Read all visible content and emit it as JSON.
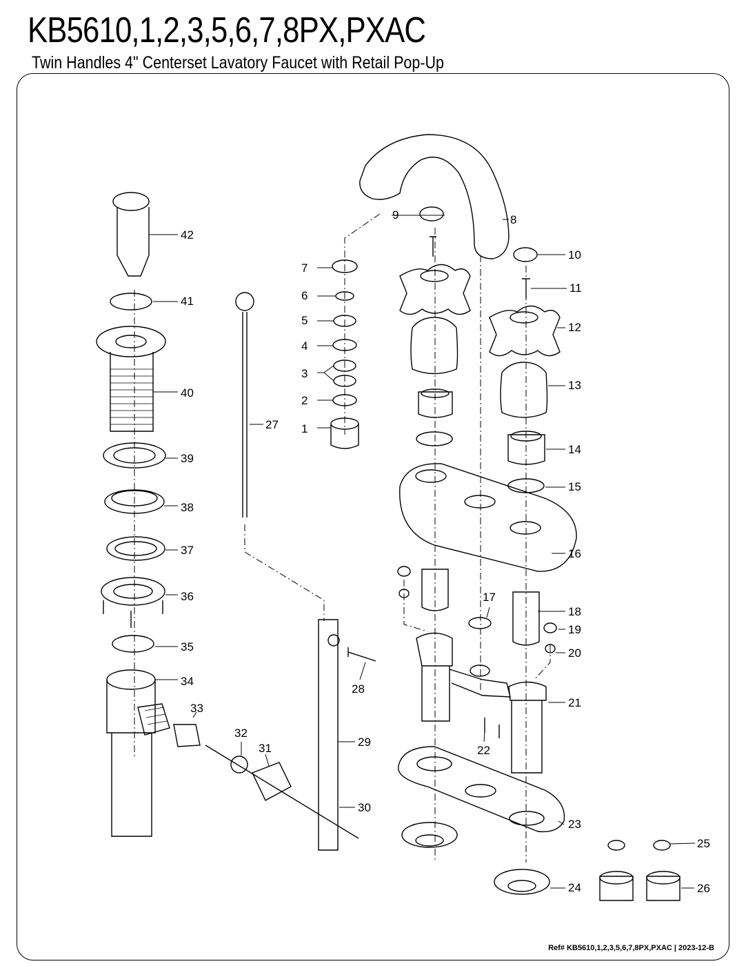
{
  "header": {
    "model": "KB5610,1,2,3,5,6,7,8PX,PXAC",
    "description": "Twin Handles 4\" Centerset Lavatory Faucet with Retail Pop-Up"
  },
  "callouts": [
    {
      "n": "1"
    },
    {
      "n": "2"
    },
    {
      "n": "3"
    },
    {
      "n": "4"
    },
    {
      "n": "5"
    },
    {
      "n": "6"
    },
    {
      "n": "7"
    },
    {
      "n": "8"
    },
    {
      "n": "9"
    },
    {
      "n": "10"
    },
    {
      "n": "11"
    },
    {
      "n": "12"
    },
    {
      "n": "13"
    },
    {
      "n": "14"
    },
    {
      "n": "15"
    },
    {
      "n": "16"
    },
    {
      "n": "17"
    },
    {
      "n": "18"
    },
    {
      "n": "19"
    },
    {
      "n": "20"
    },
    {
      "n": "21"
    },
    {
      "n": "22"
    },
    {
      "n": "23"
    },
    {
      "n": "24"
    },
    {
      "n": "25"
    },
    {
      "n": "26"
    },
    {
      "n": "27"
    },
    {
      "n": "28"
    },
    {
      "n": "29"
    },
    {
      "n": "30"
    },
    {
      "n": "31"
    },
    {
      "n": "32"
    },
    {
      "n": "33"
    },
    {
      "n": "34"
    },
    {
      "n": "35"
    },
    {
      "n": "36"
    },
    {
      "n": "37"
    },
    {
      "n": "38"
    },
    {
      "n": "39"
    },
    {
      "n": "40"
    },
    {
      "n": "41"
    },
    {
      "n": "42"
    }
  ],
  "footer": {
    "reference": "Ref# KB5610,1,2,3,5,6,7,8PX,PXAC | 2023-12-B"
  }
}
